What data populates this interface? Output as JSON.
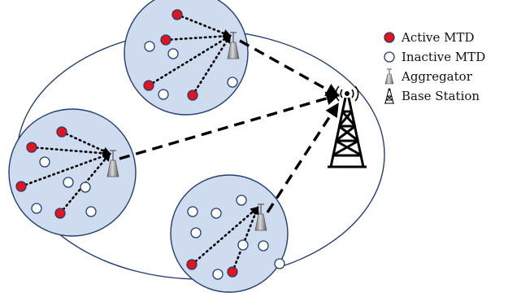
{
  "legend": {
    "active": "Active MTD",
    "inactive": "Inactive MTD",
    "aggregator": "Aggregator",
    "base_station": "Base Station"
  },
  "colors": {
    "active_fill": "#e3141b",
    "inactive_fill": "#ffffff",
    "cluster_fill": "#cfdcf0",
    "outline": "#233d6e",
    "link": "#000000"
  },
  "icons": [
    "active-mtd-icon",
    "inactive-mtd-icon",
    "aggregator-icon",
    "base-station-icon"
  ]
}
